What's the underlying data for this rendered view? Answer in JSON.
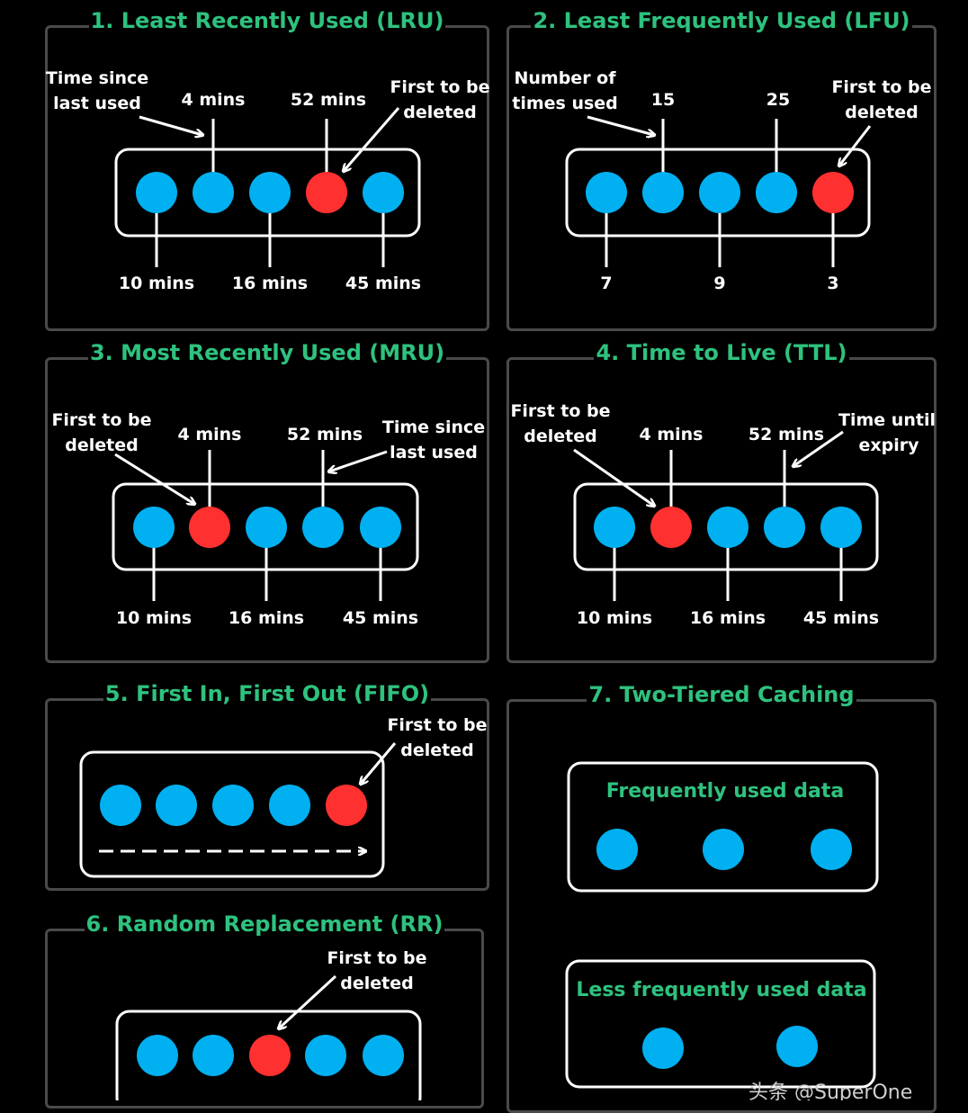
{
  "colors": {
    "blue": "#00b0f0",
    "red": "#ff3030",
    "green": "#2ec27e",
    "panel_border": "#4a4a4a",
    "white": "#ffffff"
  },
  "panels": {
    "lru": {
      "title": "1. Least Recently Used (LRU)",
      "note": [
        "Time since",
        "last used"
      ],
      "deleted": [
        "First to be",
        "deleted"
      ],
      "top_labels": [
        "4 mins",
        "52 mins"
      ],
      "bottom_labels": [
        "10 mins",
        "16 mins",
        "45 mins"
      ]
    },
    "lfu": {
      "title": "2. Least Frequently Used (LFU)",
      "note": [
        "Number of",
        "times used"
      ],
      "deleted": [
        "First to be",
        "deleted"
      ],
      "top_labels": [
        "15",
        "25"
      ],
      "bottom_labels": [
        "7",
        "9",
        "3"
      ]
    },
    "mru": {
      "title": "3. Most Recently Used (MRU)",
      "deleted": [
        "First to be",
        "deleted"
      ],
      "note": [
        "Time since",
        "last used"
      ],
      "top_labels": [
        "4 mins",
        "52 mins"
      ],
      "bottom_labels": [
        "10 mins",
        "16 mins",
        "45 mins"
      ]
    },
    "ttl": {
      "title": "4. Time to Live (TTL)",
      "deleted": [
        "First to be",
        "deleted"
      ],
      "note": [
        "Time until",
        "expiry"
      ],
      "top_labels": [
        "4 mins",
        "52 mins"
      ],
      "bottom_labels": [
        "10 mins",
        "16 mins",
        "45 mins"
      ]
    },
    "fifo": {
      "title": "5. First In, First Out (FIFO)",
      "deleted": [
        "First to be",
        "deleted"
      ]
    },
    "rr": {
      "title": "6. Random Replacement (RR)",
      "deleted": [
        "First to be",
        "deleted"
      ]
    },
    "two_tier": {
      "title": "7. Two-Tiered Caching",
      "tier1_label": "Frequently used data",
      "tier2_label": "Less frequently used data"
    }
  },
  "watermark": "头条 @SuperOne"
}
